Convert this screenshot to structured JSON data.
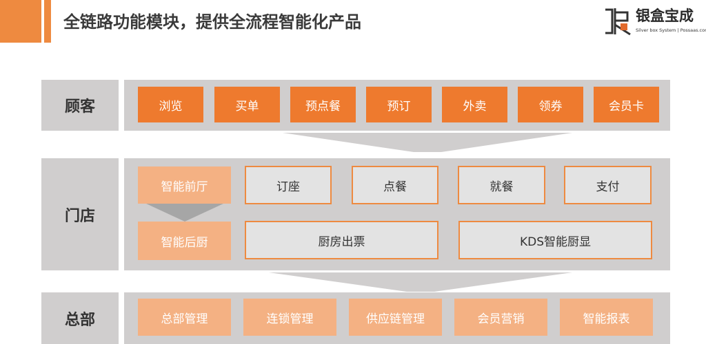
{
  "header": {
    "title": "全链路功能模块，提供全流程智能化产品",
    "logo": {
      "name": "银盒宝成",
      "subtitle": "Silver box System | Possaas.com",
      "colors": {
        "mark": "#333333",
        "accent": "#e26a2c"
      }
    }
  },
  "colors": {
    "accent_dark": "#ee7a2e",
    "accent_light": "#f4b183",
    "panel_gray": "#d0cece",
    "outline_fill": "#e3e3e3"
  },
  "rows": {
    "customer": {
      "label": "顾客",
      "items": [
        "浏览",
        "买单",
        "预点餐",
        "预订",
        "外卖",
        "领券",
        "会员卡"
      ]
    },
    "store": {
      "label": "门店",
      "front": "智能前厅",
      "back": "智能后厨",
      "front_items": [
        "订座",
        "点餐",
        "就餐",
        "支付"
      ],
      "back_items": [
        "厨房出票",
        "KDS智能厨显"
      ]
    },
    "hq": {
      "label": "总部",
      "items": [
        "总部管理",
        "连锁管理",
        "供应链管理",
        "会员营销",
        "智能报表"
      ]
    }
  }
}
